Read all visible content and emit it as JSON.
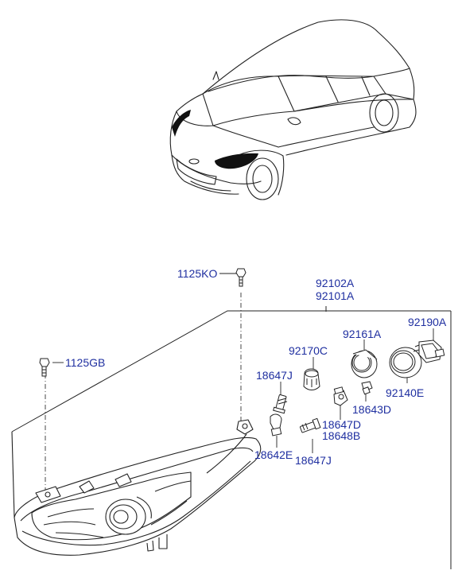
{
  "labels": {
    "p1125KO": "1125KO",
    "p1125GB": "1125GB",
    "p92102A": "92102A",
    "p92101A": "92101A",
    "p92190A": "92190A",
    "p92161A": "92161A",
    "p92170C": "92170C",
    "p18647J_top": "18647J",
    "p92140E": "92140E",
    "p18643D": "18643D",
    "p18647D": "18647D",
    "p18648B": "18648B",
    "p18642E": "18642E",
    "p18647J_bottom": "18647J"
  },
  "colors": {
    "label": "#1f2fa0",
    "line": "#222222"
  }
}
